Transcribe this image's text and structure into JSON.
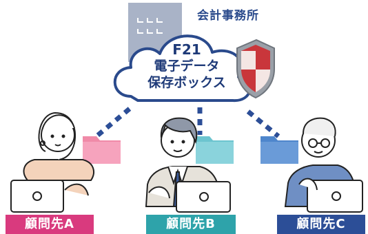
{
  "office_label": "会計事務所",
  "cloud": {
    "line1": "F21",
    "line2": "電子データ",
    "line3": "保存ボックス"
  },
  "clients": [
    {
      "label": "顧問先A",
      "color": "#d93a7e",
      "folder_color": "#f08aa8"
    },
    {
      "label": "顧問先B",
      "color": "#2ea3aa",
      "folder_color": "#6cc4cf"
    },
    {
      "label": "顧問先C",
      "color": "#2c4e97",
      "folder_color": "#4e86cc"
    }
  ],
  "colors": {
    "building": "#a9b3c7",
    "cloud_outline": "#2a4a8c",
    "connector": "#2c4e97",
    "shield_red": "#c9363b"
  }
}
